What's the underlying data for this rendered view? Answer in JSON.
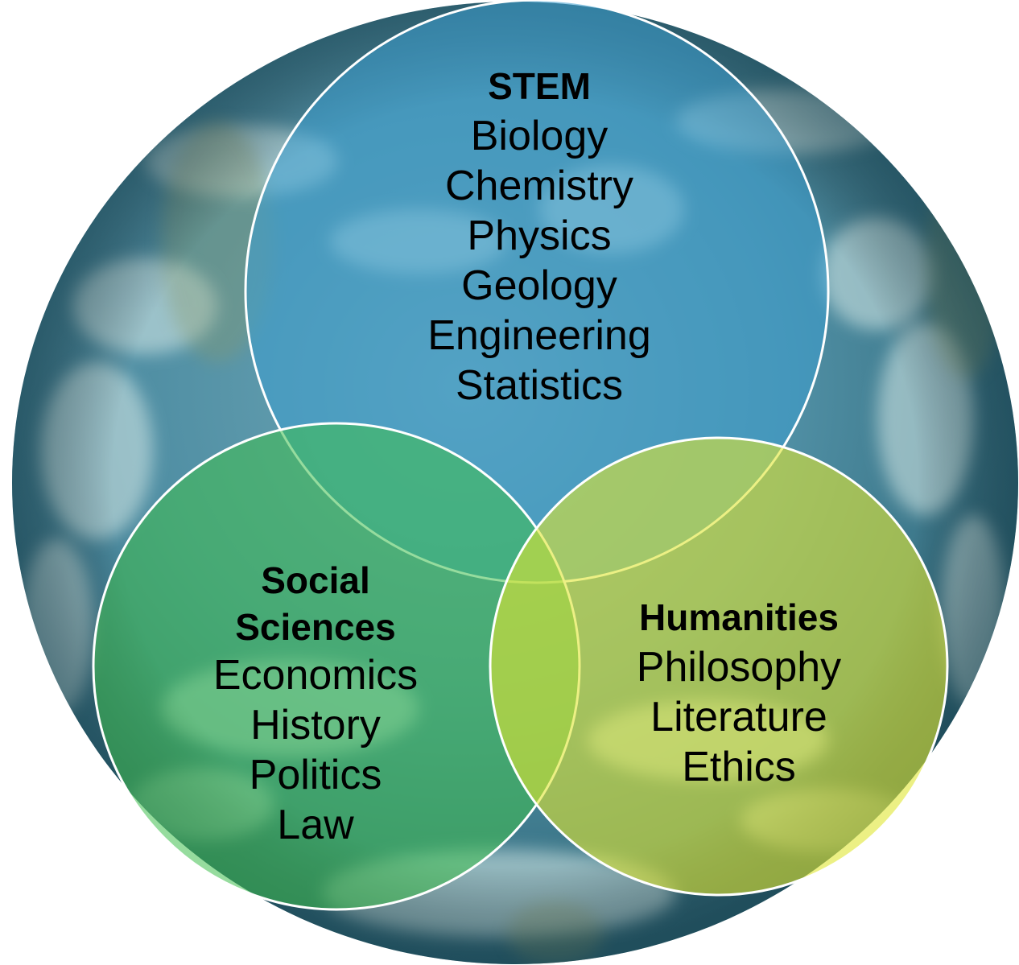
{
  "diagram": {
    "type": "venn",
    "background": "earth-globe",
    "colors": {
      "globe_ocean": "#4f8ea3",
      "globe_cloud": "#d9ece9",
      "stem_fill": "#3c9fd0",
      "social_fill": "#3fbf4f",
      "humanities_fill": "#e0e632",
      "circle_stroke": "#ffffff"
    },
    "sets": [
      {
        "id": "stem",
        "heading": "STEM",
        "items": [
          "Biology",
          "Chemistry",
          "Physics",
          "Geology",
          "Engineering",
          "Statistics"
        ]
      },
      {
        "id": "social",
        "heading_lines": [
          "Social",
          "Sciences"
        ],
        "items": [
          "Economics",
          "History",
          "Politics",
          "Law"
        ]
      },
      {
        "id": "humanities",
        "heading": "Humanities",
        "items": [
          "Philosophy",
          "Literature",
          "Ethics"
        ]
      }
    ]
  }
}
